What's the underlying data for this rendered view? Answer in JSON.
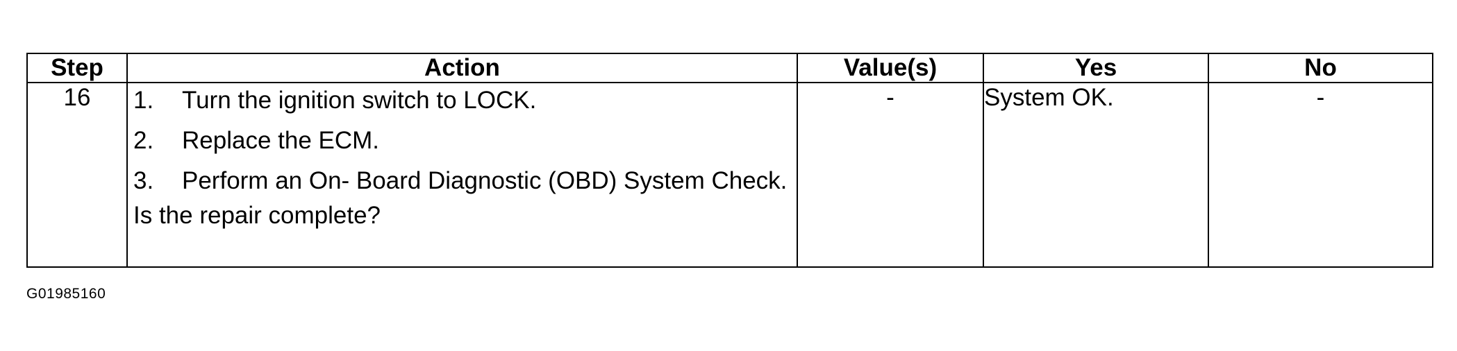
{
  "table": {
    "headers": {
      "step": "Step",
      "action": "Action",
      "values": "Value(s)",
      "yes": "Yes",
      "no": "No"
    },
    "rows": [
      {
        "step": "16",
        "actions": [
          {
            "num": "1.",
            "text": "Turn the ignition switch to LOCK."
          },
          {
            "num": "2.",
            "text": "Replace the ECM."
          },
          {
            "num": "3.",
            "text": "Perform an On- Board Diagnostic (OBD) System Check."
          }
        ],
        "question": "Is the repair complete?",
        "values": "-",
        "yes": "System OK.",
        "no": "-"
      }
    ]
  },
  "figure_id": "G01985160"
}
